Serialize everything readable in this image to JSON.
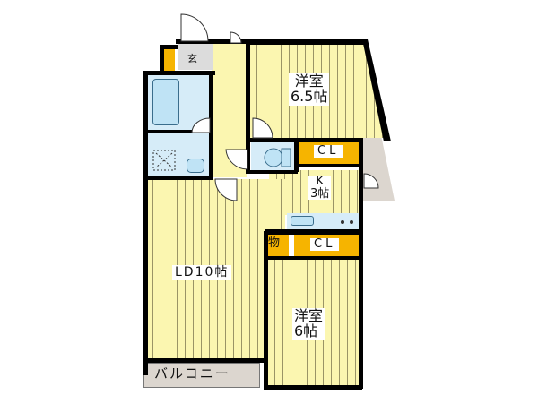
{
  "floorplan": {
    "rooms": {
      "entrance": {
        "label": "玄"
      },
      "western_room_1": {
        "label_line1": "洋室",
        "label_line2": "6.5帖"
      },
      "closet_1": {
        "label": "CL"
      },
      "kitchen": {
        "label_line1": "K",
        "label_line2": "3帖"
      },
      "storage": {
        "label": "物"
      },
      "closet_2": {
        "label": "CL"
      },
      "living_dining": {
        "label": "LD10帖"
      },
      "western_room_2": {
        "label_line1": "洋室",
        "label_line2": "6帖"
      },
      "balcony": {
        "label": "バルコニー"
      }
    },
    "colors": {
      "floor": "#fbf6b0",
      "wet_area": "#d6ecf8",
      "closet": "#f6b400",
      "entrance": "#dcdcdc",
      "balcony": "#dcd6cf",
      "wall": "#000000"
    }
  }
}
